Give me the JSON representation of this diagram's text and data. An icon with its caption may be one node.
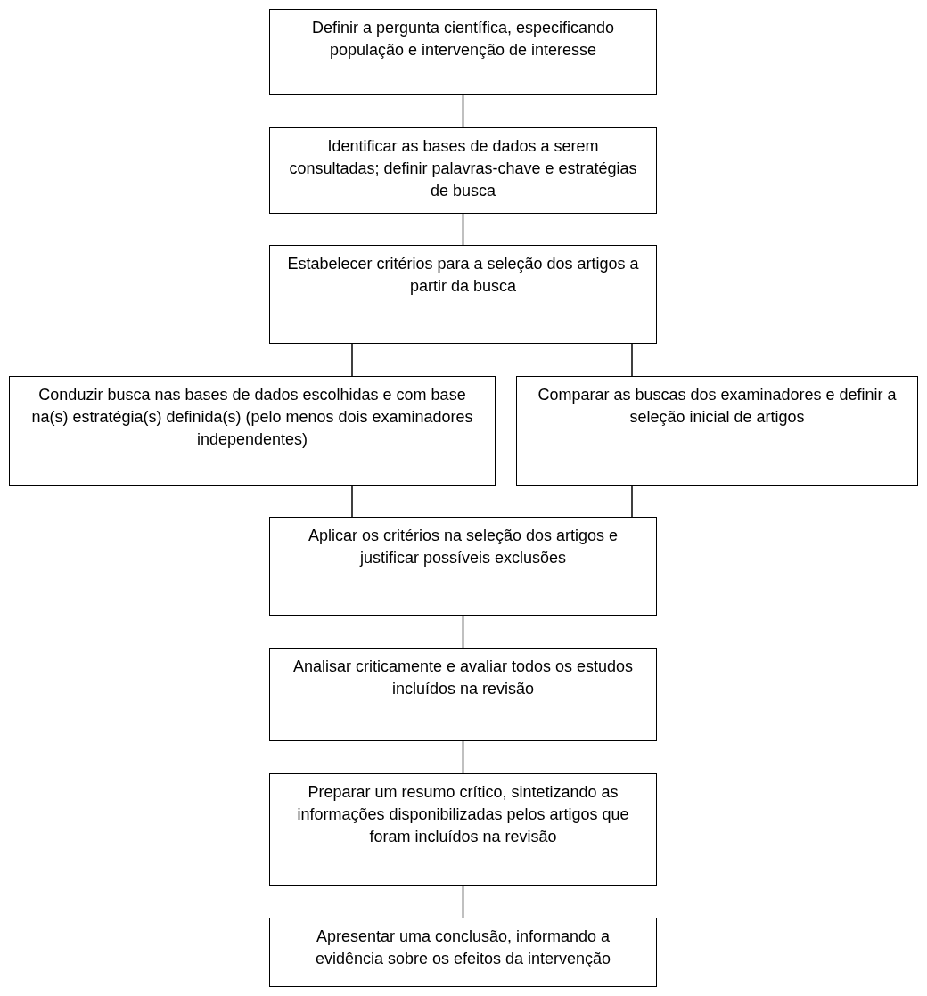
{
  "diagram": {
    "nodes": [
      {
        "text": [
          "Definir a pergunta científica, especificando população e intervenção de interesse"
        ]
      },
      {
        "text": [
          "Identificar as bases de dados a serem consultadas; definir palavras-chave e estratégias de busca"
        ]
      },
      {
        "text": [
          "Estabelecer critérios para a seleção dos artigos a partir da busca"
        ]
      },
      {
        "text": [
          "Conduzir busca nas bases de dados escolhidas e com base na(s) estratégia(s) definida(s) (pelo menos dois examinadores independentes)"
        ]
      },
      {
        "text": [
          "Comparar as buscas dos examinadores e definir a seleção inicial de artigos"
        ]
      },
      {
        "text": [
          "Aplicar os critérios na seleção dos artigos e justificar possíveis exclusões"
        ]
      },
      {
        "text": [
          "Analisar criticamente e avaliar todos os estudos incluídos na revisão"
        ]
      },
      {
        "text": [
          "Preparar um resumo crítico, sintetizando as informações disponibilizadas pelos artigos que foram incluídos na revisão"
        ]
      },
      {
        "text": [
          "Apresentar uma conclusão, informando a evidência sobre os efeitos da intervenção"
        ]
      }
    ],
    "edges": [
      {
        "from": 0,
        "to": 1,
        "arrow": "none"
      },
      {
        "from": 1,
        "to": 2,
        "arrow": "none"
      },
      {
        "from": 2,
        "to": 3,
        "arrow": "none"
      },
      {
        "from": 2,
        "to": 4,
        "arrow": "none"
      },
      {
        "from": 3,
        "to": 5,
        "arrow": "none"
      },
      {
        "from": 4,
        "to": 5,
        "arrow": "none"
      },
      {
        "from": 5,
        "to": 6,
        "arrow": "none"
      },
      {
        "from": 6,
        "to": 7,
        "arrow": "none"
      },
      {
        "from": 7,
        "to": 8,
        "arrow": "none"
      }
    ]
  }
}
